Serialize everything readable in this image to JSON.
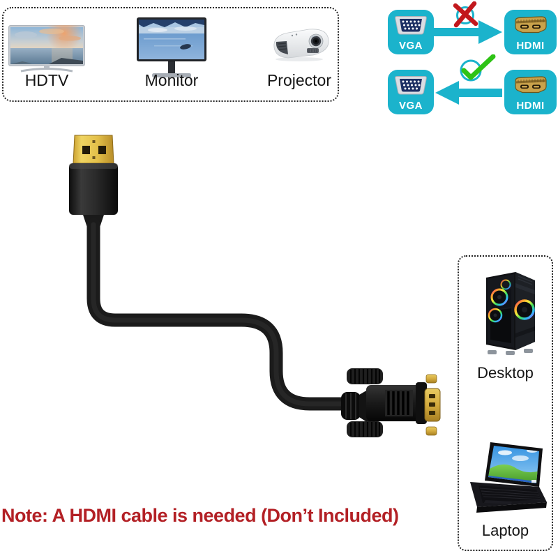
{
  "compatible_devices_panel": {
    "items": [
      {
        "label": "HDTV",
        "icon": "hdtv-image"
      },
      {
        "label": "Monitor",
        "icon": "monitor-image"
      },
      {
        "label": "Projector",
        "icon": "projector-image"
      }
    ]
  },
  "direction_panel": {
    "rows": [
      {
        "left_label": "VGA",
        "right_label": "HDMI",
        "arrow_direction": "right",
        "status": "wrong",
        "status_icon": "cross-icon"
      },
      {
        "left_label": "VGA",
        "right_label": "HDMI",
        "arrow_direction": "left",
        "status": "correct",
        "status_icon": "check-icon"
      }
    ]
  },
  "product_photo": {
    "image": "hdmi-to-vga-adapter-cable"
  },
  "source_devices_panel": {
    "items": [
      {
        "label": "Desktop",
        "icon": "desktop-image"
      },
      {
        "label": "Laptop",
        "icon": "laptop-image"
      }
    ]
  },
  "note": {
    "text": "Note: A HDMI cable is needed (Don’t Included)"
  },
  "colors": {
    "accent_cyan": "#1bb3cc",
    "cross_red": "#c2181d",
    "check_green": "#2ec315",
    "note_red": "#b32025",
    "vga_icon_navy": "#1c2f63",
    "hdmi_icon_gold": "#c9a24b"
  }
}
